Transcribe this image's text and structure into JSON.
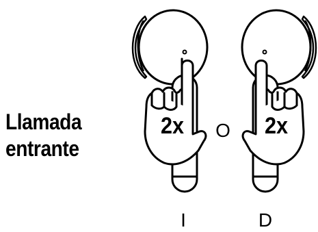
{
  "caption": {
    "line1": "Llamada",
    "line2": "entrante"
  },
  "gesture": {
    "tap_label": "2x",
    "separator": "O"
  },
  "earbuds": {
    "left_label": "I",
    "right_label": "D"
  },
  "colors": {
    "ink": "#000000",
    "paper": "#ffffff"
  },
  "icons": [
    "left-earbud-icon",
    "right-earbud-icon",
    "left-hand-tap-icon",
    "right-hand-tap-icon"
  ]
}
